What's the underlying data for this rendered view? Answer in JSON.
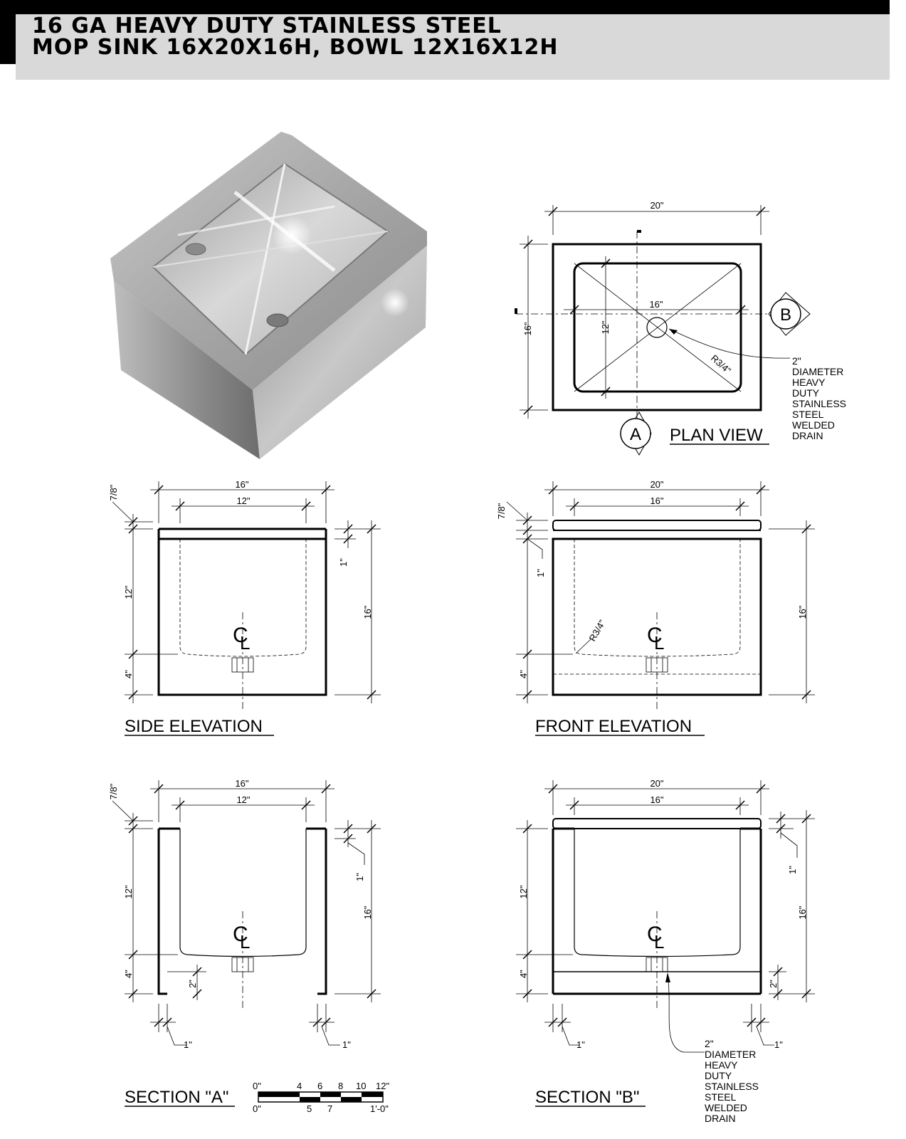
{
  "title": {
    "line1": "16 GA HEAVY DUTY STAINLESS STEEL",
    "line2": "MOP SINK 16X20X16H, BOWL 12X16X12H"
  },
  "views": {
    "plan": "PLAN VIEW",
    "side": "SIDE ELEVATION",
    "front": "FRONT ELEVATION",
    "sectionA": "SECTION \"A\"",
    "sectionB": "SECTION \"B\""
  },
  "markers": {
    "a": "A",
    "b": "B"
  },
  "dims": {
    "d20": "20\"",
    "d16": "16\"",
    "d12": "12\"",
    "d4": "4\"",
    "d2": "2\"",
    "d1": "1\"",
    "d78": "7/8\"",
    "r34": "R3/4\"",
    "cl_c": "C",
    "cl_l": "L"
  },
  "drain_note": [
    "2\"",
    "DIAMETER",
    "HEAVY",
    "DUTY",
    "STAINLESS",
    "STEEL",
    "WELDED",
    "DRAIN"
  ],
  "scale": {
    "top": [
      "0\"",
      "4",
      "6",
      "8",
      "10",
      "12\""
    ],
    "bottom": [
      "0\"",
      "5",
      "7",
      "1'-0\""
    ]
  }
}
